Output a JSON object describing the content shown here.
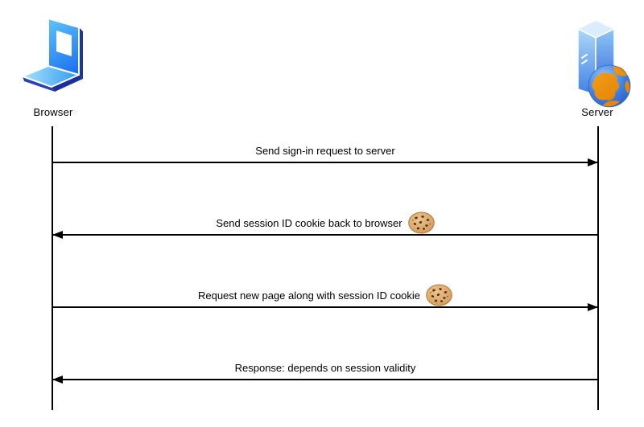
{
  "diagram": {
    "type": "sequence-diagram",
    "topic": "Session ID cookie flow between browser and server"
  },
  "actors": {
    "browser": {
      "label": "Browser",
      "icon": "laptop-icon"
    },
    "server": {
      "label": "Server",
      "icon": "server-globe-icon"
    }
  },
  "messages": [
    {
      "label": "Send sign-in request to server",
      "from": "browser",
      "to": "server",
      "direction": "right",
      "cookie": false
    },
    {
      "label": "Send session ID cookie back to browser",
      "from": "server",
      "to": "browser",
      "direction": "left",
      "cookie": true
    },
    {
      "label": "Request new page along with session ID cookie",
      "from": "browser",
      "to": "server",
      "direction": "right",
      "cookie": true
    },
    {
      "label": "Response: depends on session validity",
      "from": "server",
      "to": "browser",
      "direction": "left",
      "cookie": false
    }
  ],
  "icons": {
    "cookie": "chocolate-chip-cookie-icon"
  },
  "colors": {
    "background": "#ffffff",
    "line": "#000000",
    "text": "#000000",
    "icon_blue": "#2e86f0",
    "icon_light_blue": "#a6e0fb",
    "icon_navy": "#20339f",
    "globe_ocean": "#3e7fe0",
    "globe_orange": "#f0941a",
    "cookie_tan": "#d9a566",
    "cookie_chip": "#58361a"
  }
}
